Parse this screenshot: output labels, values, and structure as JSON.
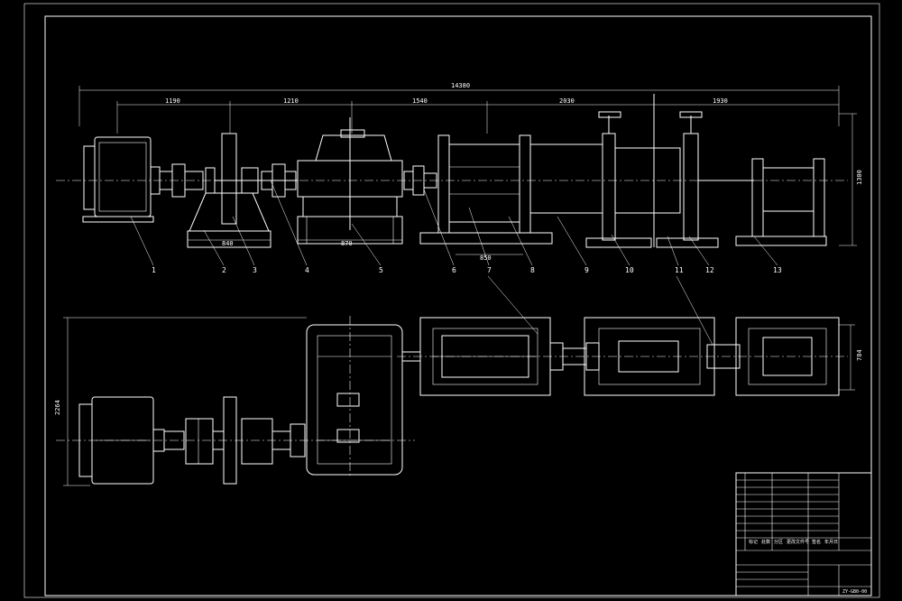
{
  "colors": {
    "background": "#000000",
    "line": "#ffffff"
  },
  "dimensions": {
    "overall": "14380",
    "seg1": "1190",
    "seg2": "1210",
    "seg3": "1540",
    "seg4": "2030",
    "seg5": "1930",
    "base_reducer": "840",
    "base_gearbox": "870",
    "mill_span": "850",
    "height_right": "1300",
    "plan_width_right": "784",
    "plan_height_left": "2264"
  },
  "part_numbers": [
    "1",
    "2",
    "3",
    "4",
    "5",
    "6",
    "7",
    "8",
    "9",
    "10",
    "11",
    "12",
    "13"
  ],
  "title_block": {
    "drawing_number": "ZY-GB0-00",
    "rows": [
      "标记",
      "处数",
      "分区",
      "更改文件号",
      "签名",
      "年月日"
    ]
  }
}
